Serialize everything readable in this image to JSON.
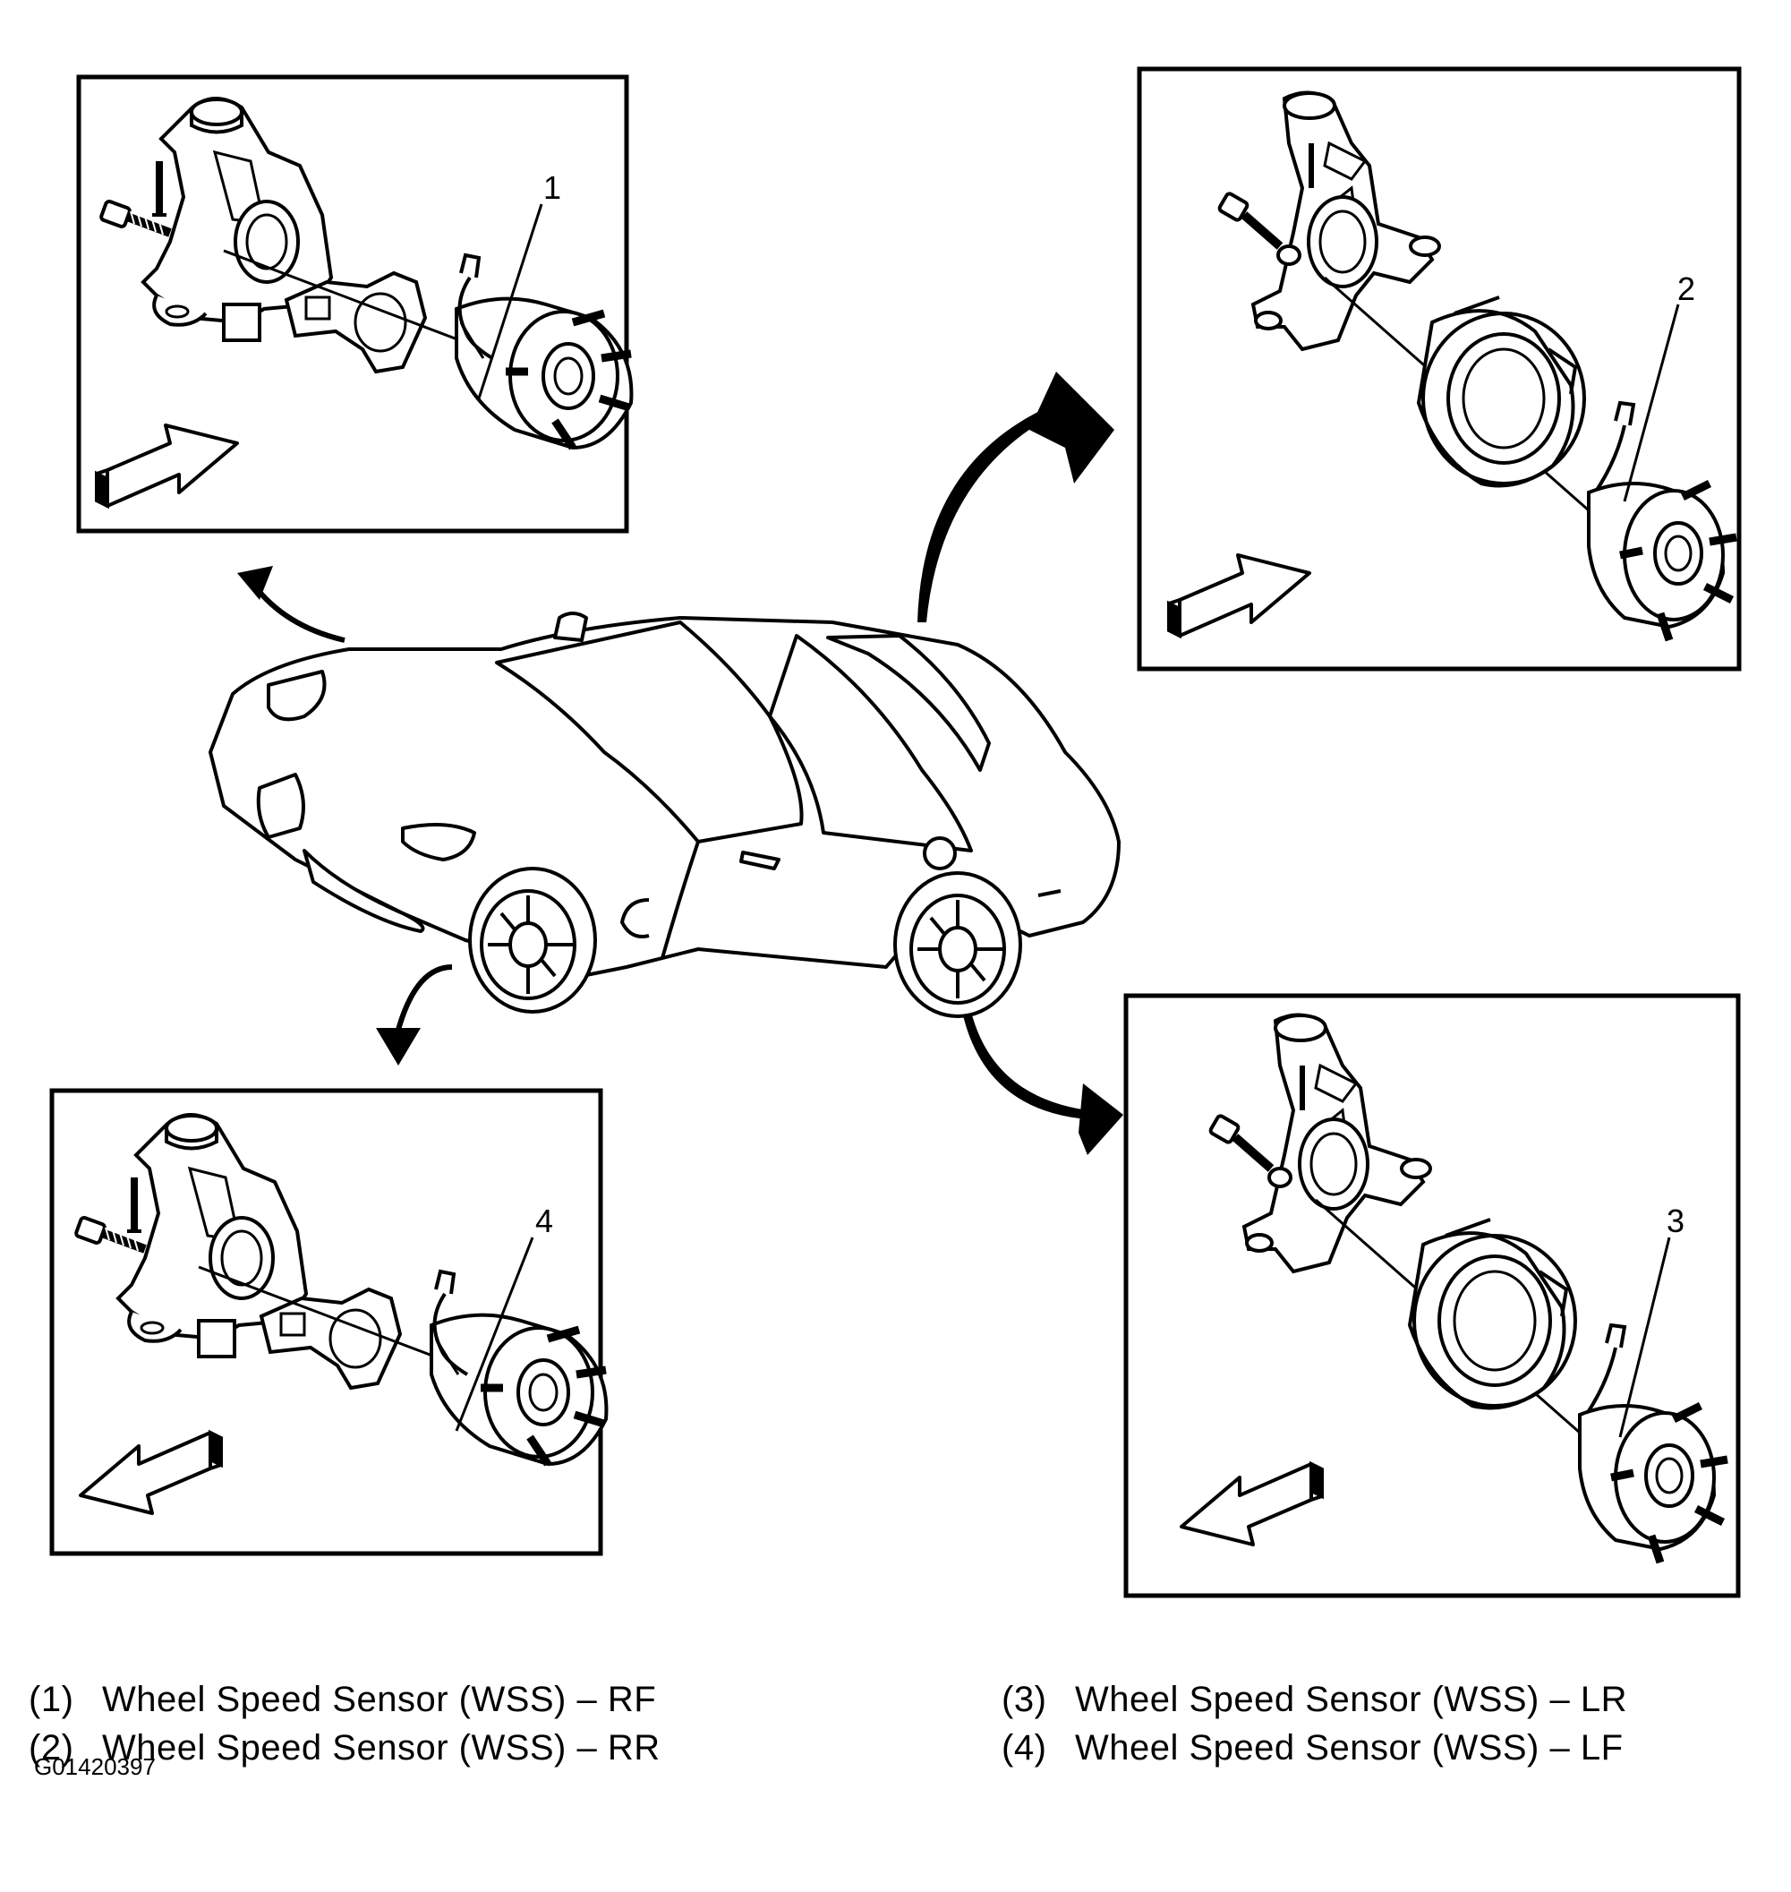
{
  "panels": [
    {
      "id": "rf",
      "callout": "1"
    },
    {
      "id": "rr",
      "callout": "2"
    },
    {
      "id": "lr",
      "callout": "3"
    },
    {
      "id": "lf",
      "callout": "4"
    }
  ],
  "legend": [
    {
      "num": "(1)",
      "text": "Wheel Speed Sensor (WSS) – RF"
    },
    {
      "num": "(2)",
      "text": "Wheel Speed Sensor (WSS) – RR"
    },
    {
      "num": "(3)",
      "text": "Wheel Speed Sensor (WSS) – LR"
    },
    {
      "num": "(4)",
      "text": "Wheel Speed Sensor (WSS) – LF"
    }
  ],
  "figure_id": "G01420397",
  "colors": {
    "line": "#000000",
    "background": "#ffffff"
  }
}
